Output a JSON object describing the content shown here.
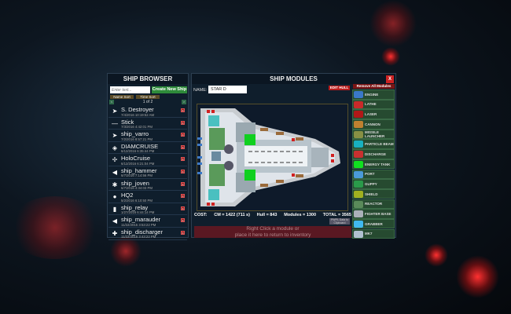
{
  "browser": {
    "title": "SHIP BROWSER",
    "search_placeholder": "Enter text...",
    "create_label": "Create New Ship",
    "name_sort": "Name Sort",
    "time_sort": "Time Sort",
    "page": "1 of 2",
    "prev": "<",
    "next": ">",
    "ships": [
      {
        "name": "S. Destroyer",
        "date": "7/4/2016 10:19:52 AM"
      },
      {
        "name": "Stick",
        "date": "7/3/2016 4:42:01 PM"
      },
      {
        "name": "ship_varro",
        "date": "7/2/2016 8:57:21 PM"
      },
      {
        "name": "DIAMCRUISE",
        "date": "6/12/2016 6:35:44 PM"
      },
      {
        "name": "HoloCruise",
        "date": "6/12/2016 6:21:04 PM"
      },
      {
        "name": "ship_hammer",
        "date": "6/7/2016 7:14:56 PM"
      },
      {
        "name": "ship_joven",
        "date": "6/7/2016 4:34:03 PM"
      },
      {
        "name": "HQ2",
        "date": "5/2/2016 6:10:50 PM"
      },
      {
        "name": "ship_relay",
        "date": "1/27/2016 6:44:14 PM"
      },
      {
        "name": "ship_marauder",
        "date": "11/22/2015 3:53:22 PM"
      },
      {
        "name": "ship_discharger",
        "date": "11/22/2015 3:43:22 PM"
      }
    ],
    "delete": "x"
  },
  "modules": {
    "title": "SHIP MODULES",
    "close": "X",
    "name_label": "NAME:",
    "name_value": "STAR D",
    "edit_hull": "EDIT HULL",
    "remove_all": "Remove All Modules",
    "cost_label": "COST:",
    "cm": "CM = 1422 (711 s)",
    "hull": "Hull = 843",
    "modules_cost": "Modules = 1300",
    "total": "TOTAL = 3565",
    "clipboard": "PWPL Data to Clipboard",
    "drop_hint_1": "Right Click a module or",
    "drop_hint_2": "place it here to return to inventory",
    "list": [
      {
        "label": "ENGINE",
        "color": "#3a78c8"
      },
      {
        "label": "LATHE",
        "color": "#c82a2a"
      },
      {
        "label": "LASER",
        "color": "#b01818"
      },
      {
        "label": "CANNON",
        "color": "#c08030"
      },
      {
        "label": "MISSILE LAUNCHER",
        "color": "#889044"
      },
      {
        "label": "PARTICLE BEAM",
        "color": "#18b0c0"
      },
      {
        "label": "DISCHARGE",
        "color": "#c83030"
      },
      {
        "label": "ENERGY TANK",
        "color": "#10e020"
      },
      {
        "label": "PORT",
        "color": "#4a9ad8"
      },
      {
        "label": "GUPPY",
        "color": "#2a9a4a"
      },
      {
        "label": "SHIELD",
        "color": "#a0b020"
      },
      {
        "label": "REACTOR",
        "color": "#5a8a5a"
      },
      {
        "label": "FIGHTER BASE",
        "color": "#aab0b8"
      },
      {
        "label": "GRABBER",
        "color": "#40b8f0"
      },
      {
        "label": "MK7",
        "color": "#b0c0d0"
      }
    ]
  }
}
